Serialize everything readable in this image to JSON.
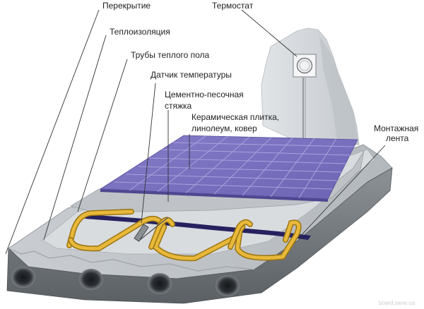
{
  "labels": {
    "perekrytie": "Перекрытие",
    "termostat": "Термостат",
    "teploizolyatsiya": "Теплоизоляция",
    "truby": "Трубы теплого пола",
    "datchik": "Датчик температуры",
    "styazhka_line1": "Цементно-песочная",
    "styazhka_line2": "стяжка",
    "plitka_line1": "Керамическая плитка,",
    "plitka_line2": "линолеум, ковер",
    "lenta_line1": "Монтажная",
    "lenta_line2": "лента"
  },
  "watermark": "board.sane.ua",
  "colors": {
    "tile": "#7a71c0",
    "tile_grout": "#a9a3dc",
    "pipe": "#e7b83a",
    "pipe_outline": "#9a7410",
    "tape": "#26215f",
    "concrete": "#c8ccd1",
    "concrete_dark": "#6d7276",
    "wall": "#d2d6da"
  }
}
